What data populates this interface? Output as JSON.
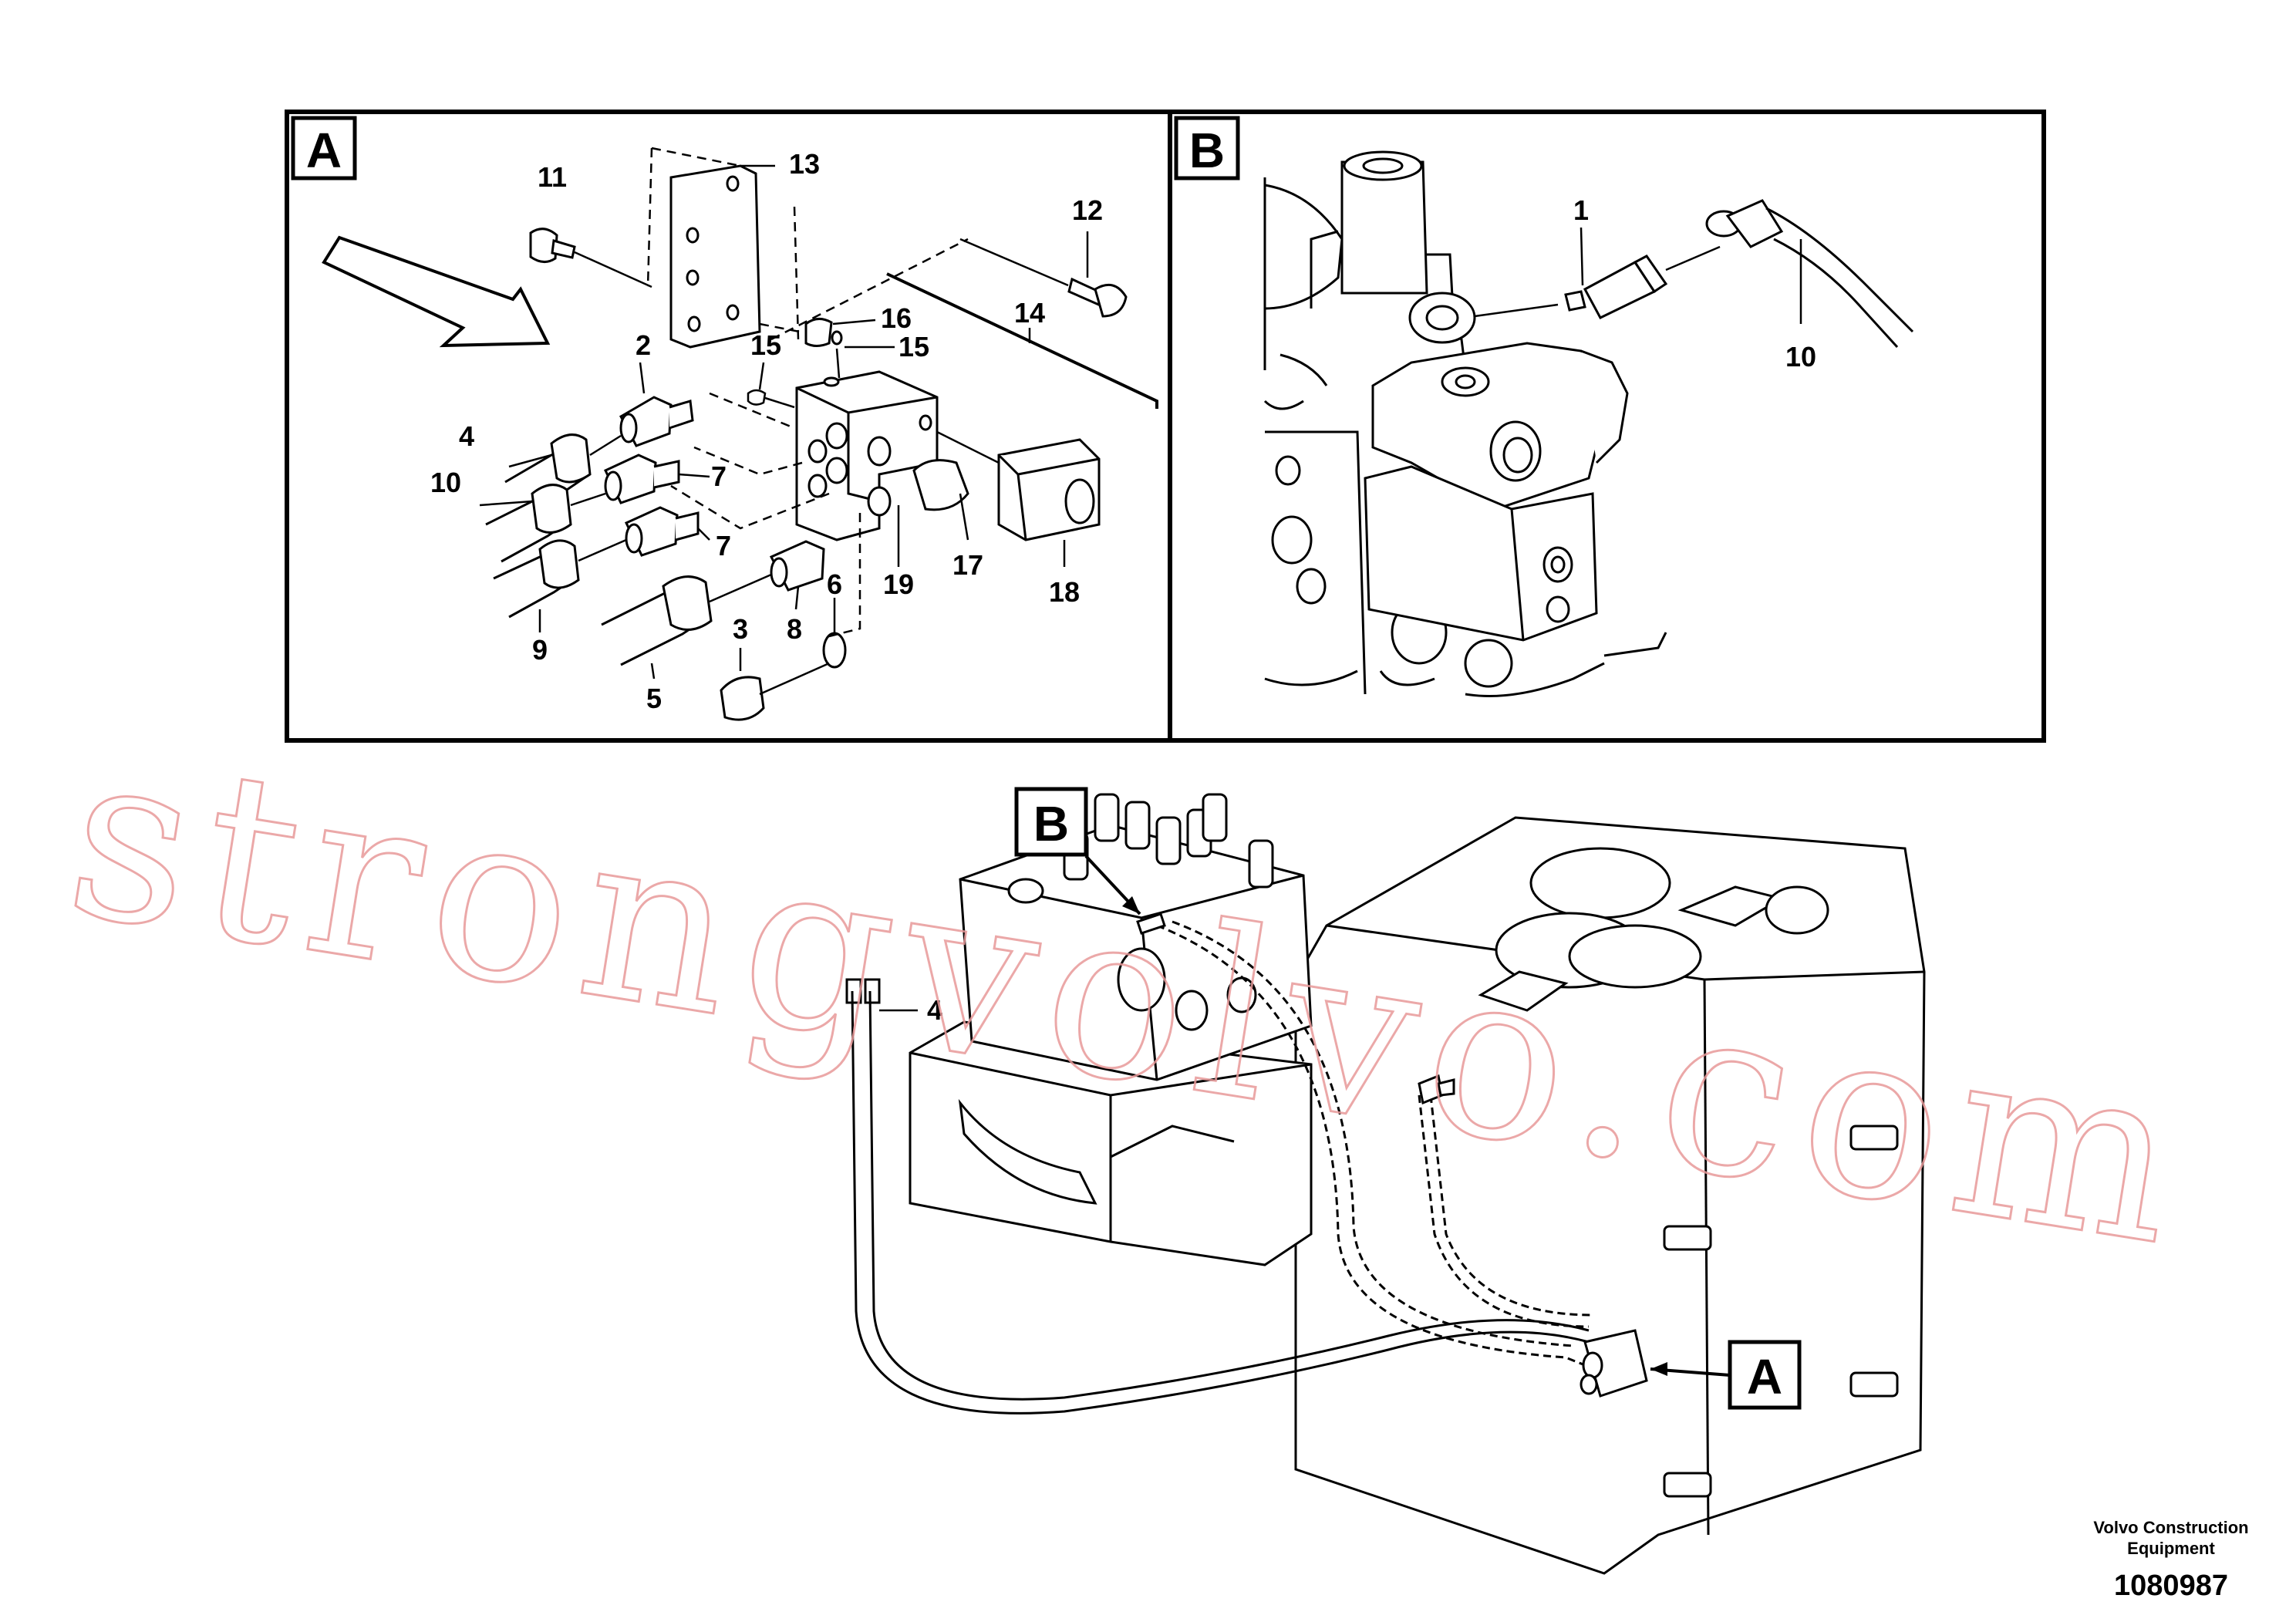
{
  "panels": {
    "a": {
      "tag": "A"
    },
    "b": {
      "tag": "B"
    }
  },
  "overview_tags": {
    "b": "B",
    "a": "A"
  },
  "callouts_a": {
    "c11": "11",
    "c13": "13",
    "c12": "12",
    "c16": "16",
    "c14": "14",
    "c2": "2",
    "c15a": "15",
    "c15b": "15",
    "c4": "4",
    "c10": "10",
    "c7a": "7",
    "c7b": "7",
    "c19": "19",
    "c17": "17",
    "c18": "18",
    "c9": "9",
    "c3": "3",
    "c8": "8",
    "c6": "6",
    "c5": "5"
  },
  "callouts_b": {
    "c1": "1",
    "c10": "10"
  },
  "overview_callouts": {
    "c4": "4"
  },
  "watermark": "strongvolvo.com",
  "footer": {
    "company_line1": "Volvo Construction",
    "company_line2": "Equipment",
    "drawing_number": "1080987"
  }
}
